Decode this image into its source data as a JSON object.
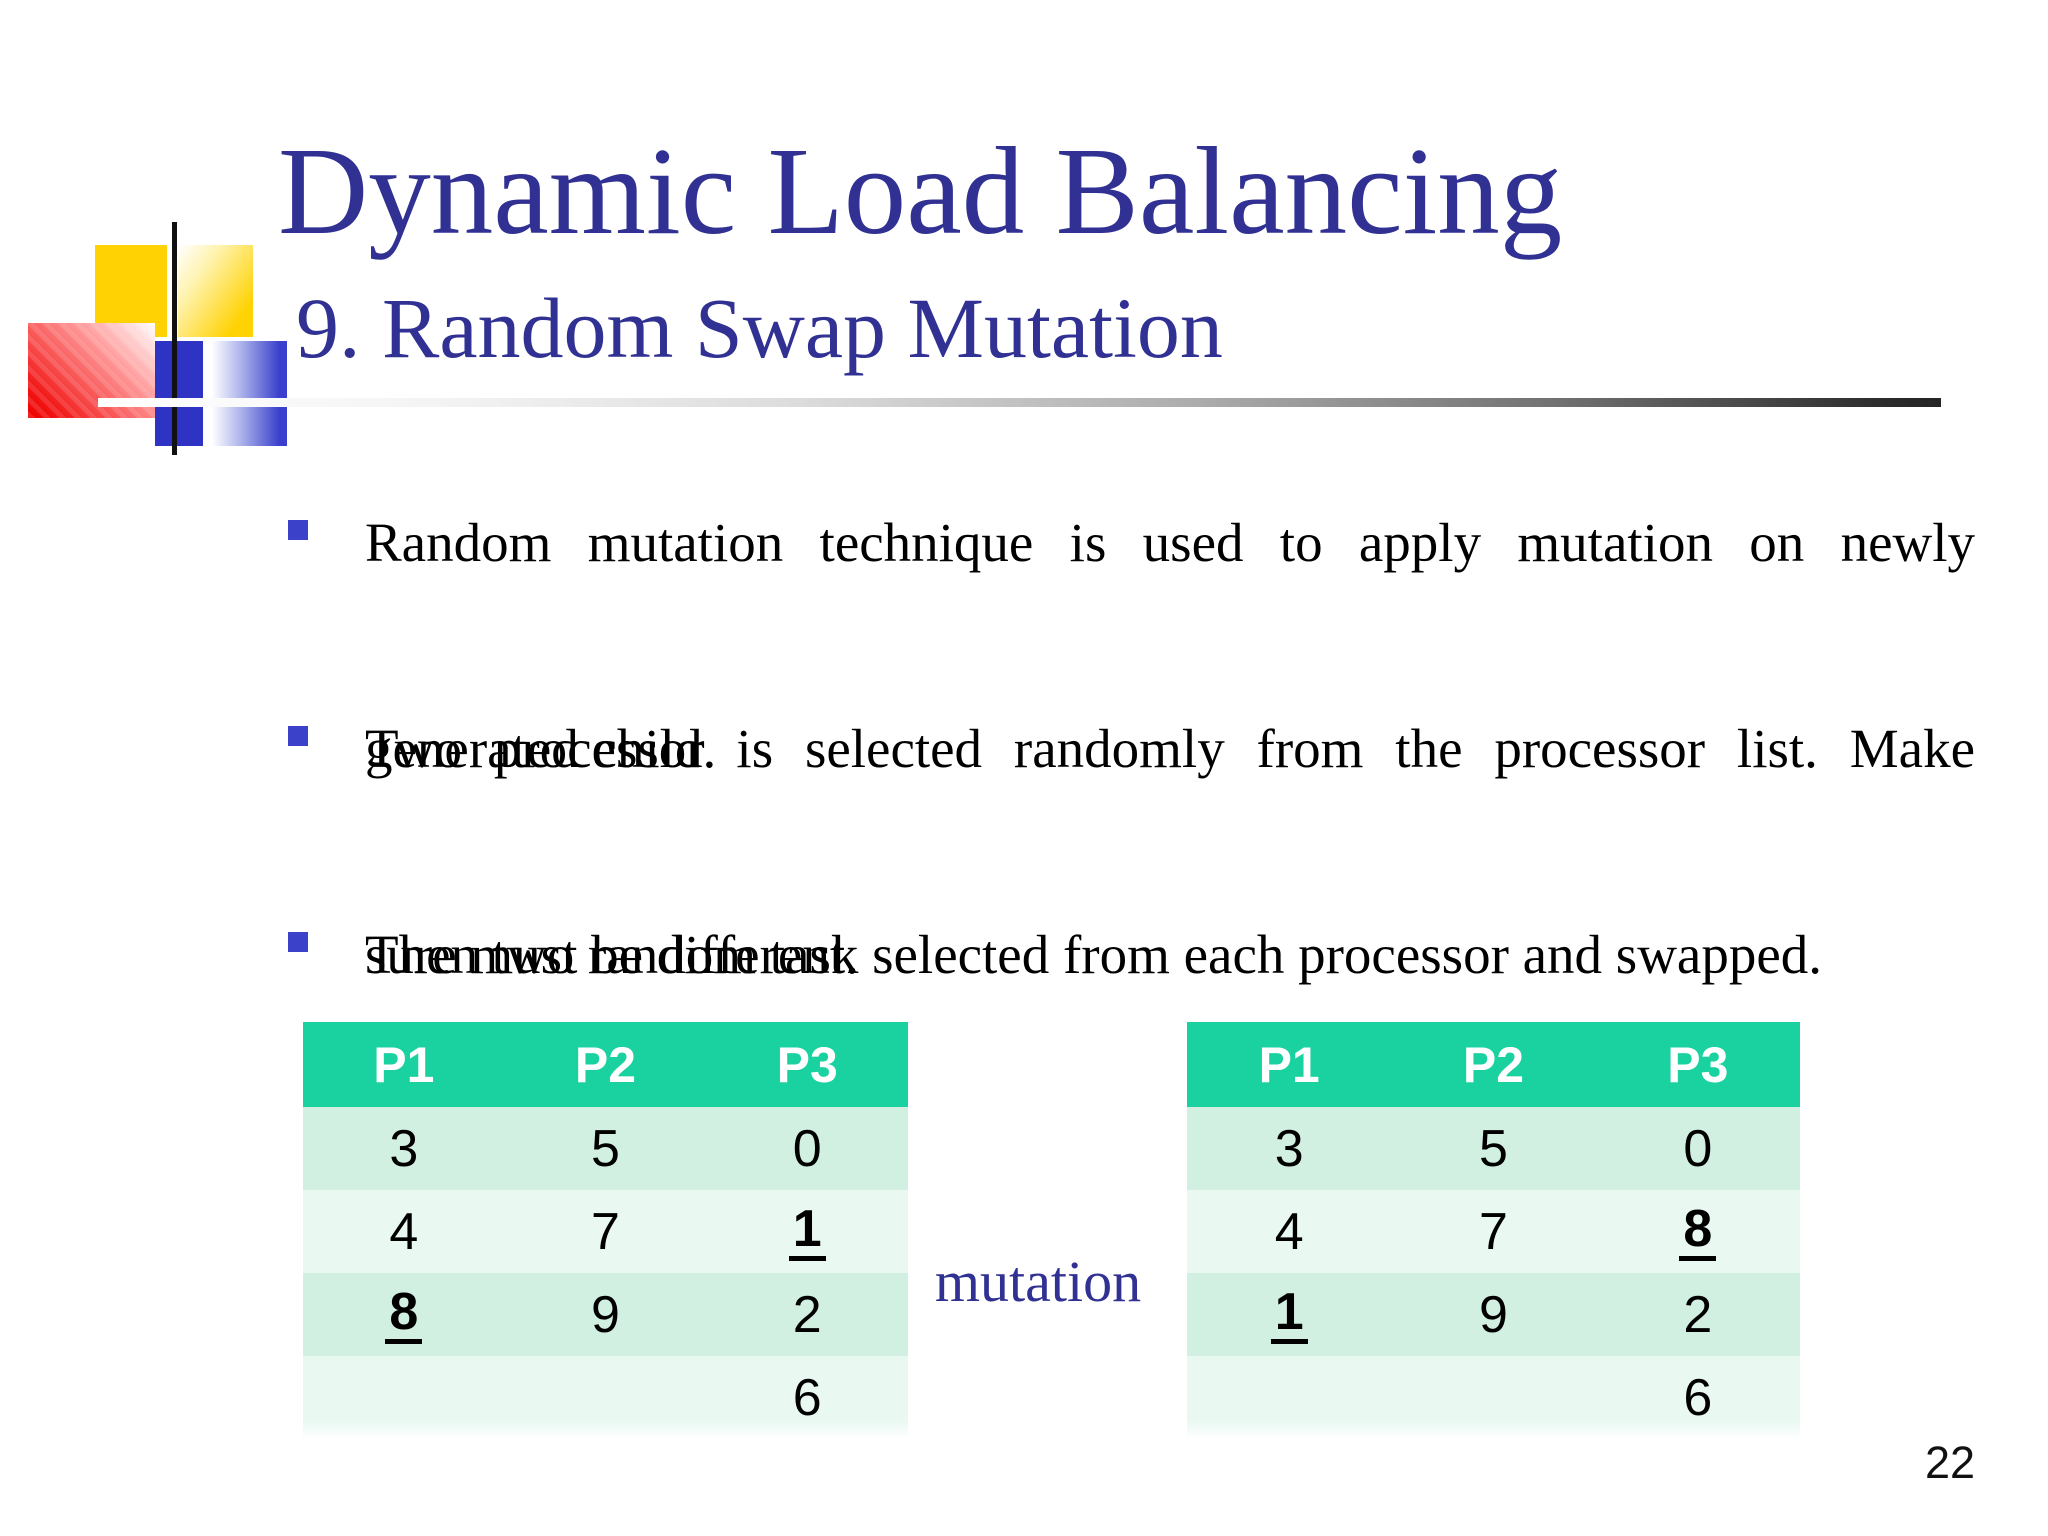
{
  "slide": {
    "title": "Dynamic Load Balancing",
    "subtitle": "9. Random Swap Mutation",
    "page_number": "22"
  },
  "bullets": [
    {
      "lines": [
        "Random mutation technique is used to apply mutation on newly",
        "generated child."
      ]
    },
    {
      "lines": [
        "Two processor is selected randomly from the processor list. Make",
        "sure must be different."
      ]
    },
    {
      "lines": [
        "Then two random task selected from each processor and swapped."
      ]
    }
  ],
  "mutation_label": "mutation",
  "tables": {
    "left": {
      "headers": [
        "P1",
        "P2",
        "P3"
      ],
      "rows": [
        [
          "3",
          "5",
          "0"
        ],
        [
          "4",
          "7",
          "1"
        ],
        [
          "8",
          "9",
          "2"
        ],
        [
          "",
          "",
          "6"
        ]
      ],
      "emphasized_cells": [
        [
          1,
          2
        ],
        [
          2,
          0
        ]
      ]
    },
    "right": {
      "headers": [
        "P1",
        "P2",
        "P3"
      ],
      "rows": [
        [
          "3",
          "5",
          "0"
        ],
        [
          "4",
          "7",
          "8"
        ],
        [
          "1",
          "9",
          "2"
        ],
        [
          "",
          "",
          "6"
        ]
      ],
      "emphasized_cells": [
        [
          1,
          2
        ],
        [
          2,
          0
        ]
      ]
    }
  },
  "colors": {
    "title_blue": "#313193",
    "bullet_square_blue": "#3b41c9",
    "table_header_green": "#1ad2a0",
    "row_tint_dark": "#d2f0e2",
    "row_tint_light": "#e9f9f2",
    "decor_yellow": "#ffd203",
    "decor_red": "#f21515",
    "decor_blue": "#2e33c4"
  }
}
